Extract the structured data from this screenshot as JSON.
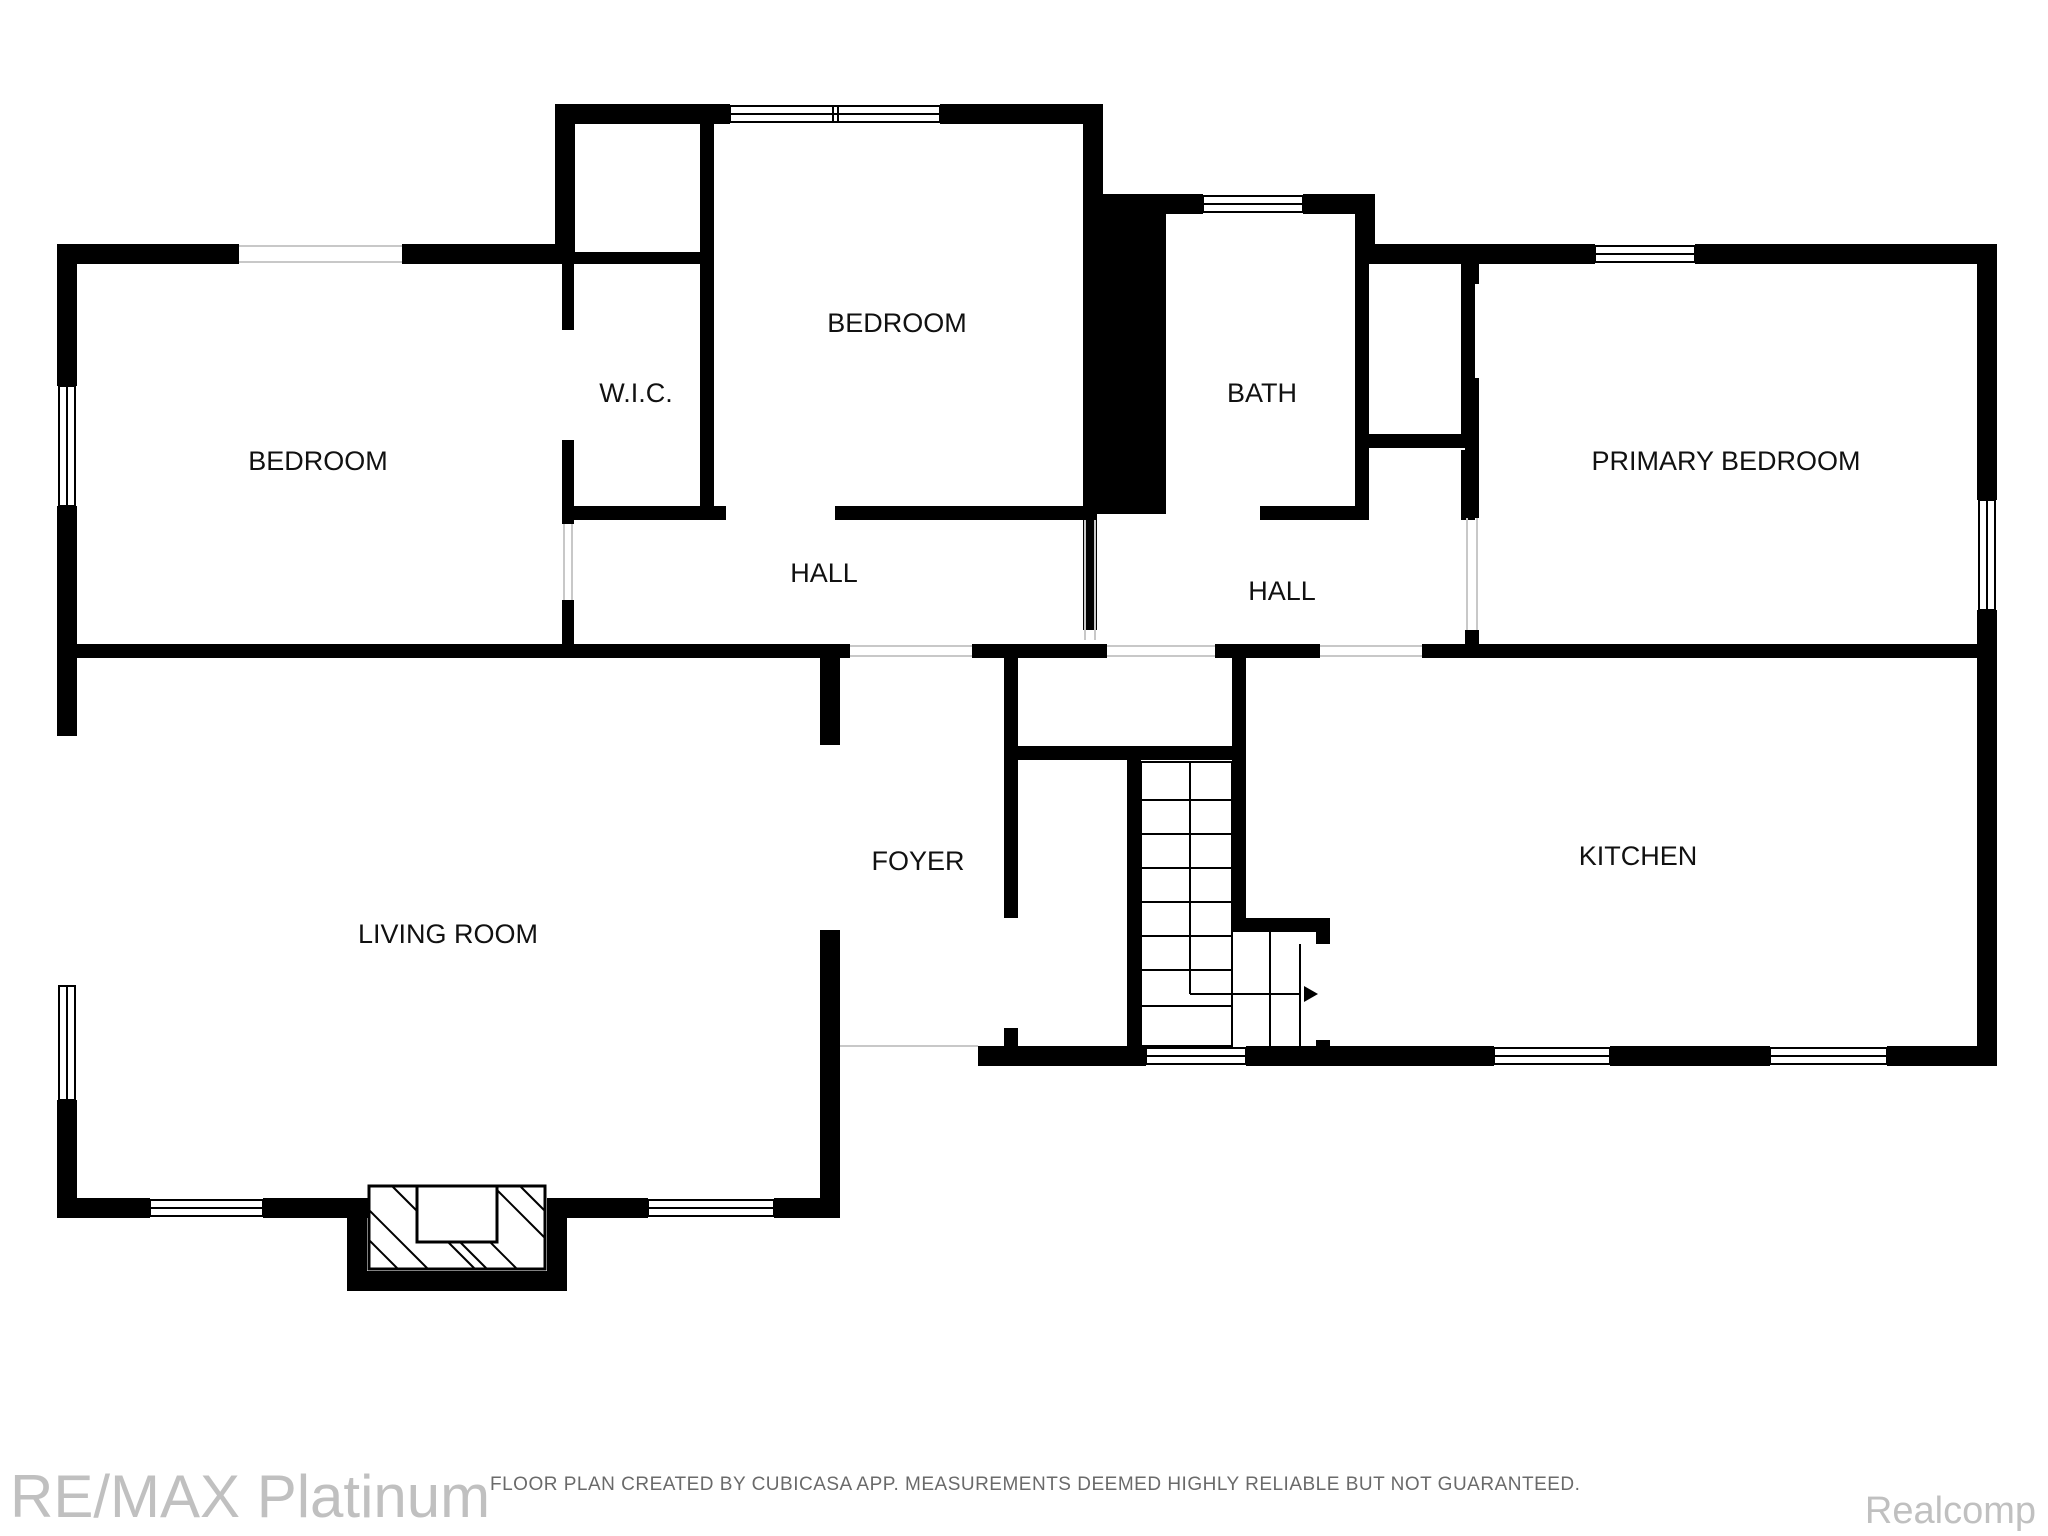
{
  "rooms": {
    "bedroom_left": "BEDROOM",
    "wic": "W.I.C.",
    "bedroom_top": "BEDROOM",
    "bath": "BATH",
    "primary_bedroom": "PRIMARY BEDROOM",
    "hall_left": "HALL",
    "hall_right": "HALL",
    "living_room": "LIVING ROOM",
    "foyer": "FOYER",
    "kitchen": "KITCHEN"
  },
  "footer": {
    "note": "FLOOR PLAN CREATED BY CUBICASA APP. MEASUREMENTS DEEMED HIGHLY RELIABLE BUT NOT GUARANTEED.",
    "brand_left": "RE/MAX Platinum",
    "brand_right": "Realcomp"
  },
  "colors": {
    "wall": "#000000",
    "background": "#ffffff",
    "footer_text": "#6a6a6a"
  }
}
